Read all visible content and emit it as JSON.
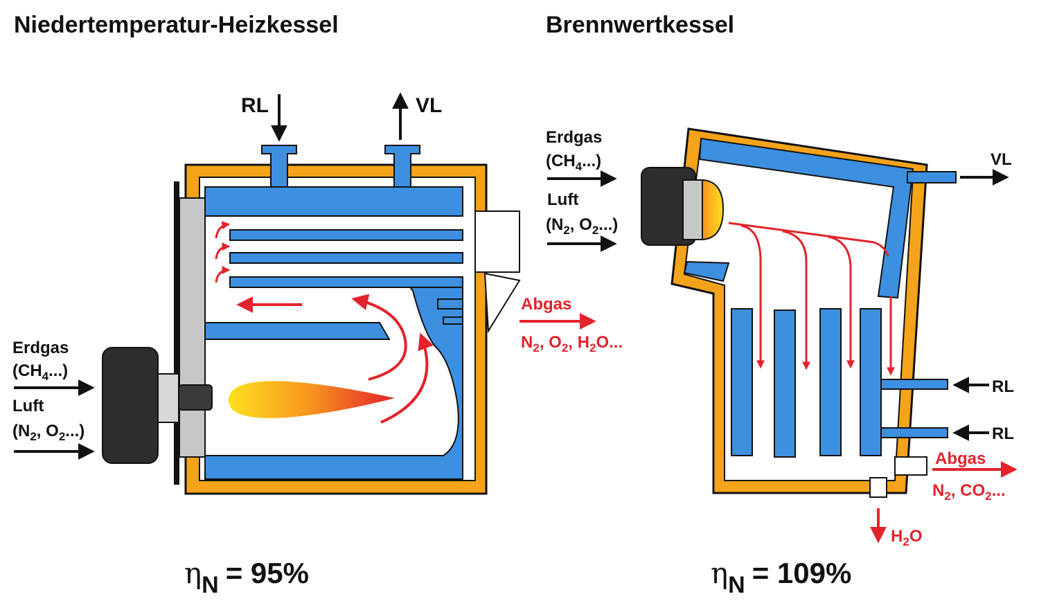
{
  "left": {
    "title": "Niedertemperatur-Heizkessel",
    "return_label": "RL",
    "flow_label": "VL",
    "gas_label": "Erdgas",
    "gas_formula": {
      "open": "(CH",
      "sub": "4",
      "close": "...)"
    },
    "air_label": "Luft",
    "air_formula": {
      "open": "(N",
      "sub1": "2",
      "mid": ", O",
      "sub2": "2",
      "close": "...)"
    },
    "exhaust_label": "Abgas",
    "exhaust_formula": {
      "a": "N",
      "s1": "2",
      "b": ", O",
      "s2": "2",
      "c": ", H",
      "s3": "2",
      "d": "O..."
    },
    "efficiency": {
      "symbol": "η",
      "sub": "N",
      "value": "= 95%"
    }
  },
  "right": {
    "title": "Brennwertkessel",
    "gas_label": "Erdgas",
    "gas_formula": {
      "open": "(CH",
      "sub": "4",
      "close": "...)"
    },
    "air_label": "Luft",
    "air_formula": {
      "open": "(N",
      "sub1": "2",
      "mid": ", O",
      "sub2": "2",
      "close": "...)"
    },
    "flow_label": "VL",
    "return_label_1": "RL",
    "return_label_2": "RL",
    "exhaust_label": "Abgas",
    "exhaust_formula": {
      "a": "N",
      "s1": "2",
      "b": ", CO",
      "s2": "2",
      "c": "..."
    },
    "condensate": {
      "a": "H",
      "s": "2",
      "b": "O"
    },
    "efficiency": {
      "symbol": "η",
      "sub": "N",
      "value": "= 109%"
    }
  },
  "colors": {
    "insulation": "#f5a31a",
    "water": "#3d8fe0",
    "arrow_red": "#e3232b",
    "burner": "#2d2d2d",
    "door": "#c7c7c7"
  }
}
